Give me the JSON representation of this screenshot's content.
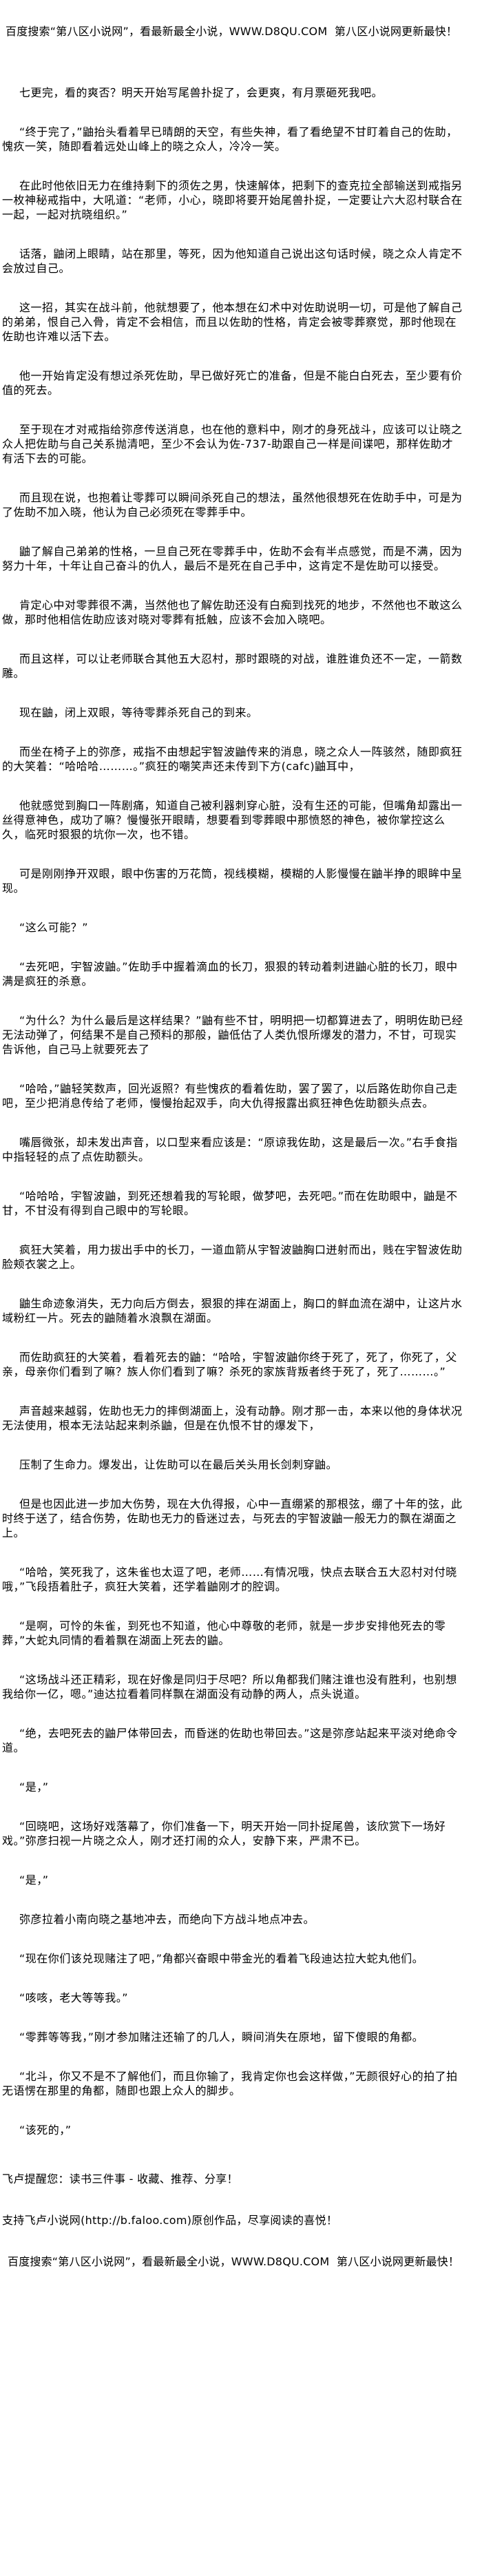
{
  "header": {
    "banner": "百度搜索“第八区小说网”，看最新最全小说，WWW.D8QU.COM  第八区小说网更新最快！"
  },
  "paragraphs": [
    "七更完，看的爽否？明天开始写尾兽扑捉了，会更爽，有月票砸死我吧。",
    "“终于完了，”鼬抬头看着早已晴朗的天空，有些失神，看了看绝望不甘盯着自己的佐助，愧疚一笑，随即看着远处山峰上的晓之众人，冷冷一笑。",
    "在此时他依旧无力在维持剩下的须佐之男，快速解体，把剩下的查克拉全部输送到戒指另一枚神秘戒指中，大吼道：“老师，小心，晓即将要开始尾兽扑捉，一定要让六大忍村联合在一起，一起对抗晓组织。”",
    "话落，鼬闭上眼睛，站在那里，等死，因为他知道自己说出这句话时候，晓之众人肯定不会放过自己。",
    "这一招，其实在战斗前，他就想要了，他本想在幻术中对佐助说明一切，可是他了解自己的弟弟，恨自己入骨，肯定不会相信，而且以佐助的性格，肯定会被零葬察觉，那时他现在佐助也许难以活下去。",
    "他一开始肯定没有想过杀死佐助，早已做好死亡的准备，但是不能白白死去，至少要有价值的死去。",
    "至于现在才对戒指给弥彦传送消息，也在他的意料中，刚才的身死战斗，应该可以让晓之众人把佐助与自己关系抛清吧，至少不会认为佐-737-助跟自己一样是间谍吧，那样佐助才有活下去的可能。",
    "而且现在说，也抱着让零葬可以瞬间杀死自己的想法，虽然他很想死在佐助手中，可是为了佐助不加入晓，他认为自己必须死在零葬手中。",
    "鼬了解自己弟弟的性格，一旦自己死在零葬手中，佐助不会有半点感觉，而是不满，因为努力十年，十年让自己奋斗的仇人，最后不是死在自己手中，这肯定不是佐助可以接受。",
    "肯定心中对零葬很不满，当然他也了解佐助还没有白痴到找死的地步，不然他也不敢这么做，那时他相信佐助应该对晓对零葬有抵触，应该不会加入晓吧。",
    "而且这样，可以让老师联合其他五大忍村，那时跟晓的对战，谁胜谁负还不一定，一箭数雕。",
    "现在鼬，闭上双眼，等待零葬杀死自己的到来。",
    "而坐在椅子上的弥彦，戒指不由想起宇智波鼬传来的消息，晓之众人一阵骇然，随即疯狂的大笑着：“哈哈哈………。”疯狂的嘲笑声还未传到下方(cafc)鼬耳中，",
    "他就感觉到胸口一阵剧痛，知道自己被利器刺穿心脏，没有生还的可能，但嘴角却露出一丝得意神色，成功了嘛？慢慢张开眼睛，想要看到零葬眼中那愤怒的神色，被你掌控这么久，临死时狠狠的坑你一次，也不错。",
    "可是刚刚挣开双眼，眼中伤害的万花筒，视线模糊，模糊的人影慢慢在鼬半挣的眼眸中呈现。",
    "“这么可能？”",
    "“去死吧，宇智波鼬。”佐助手中握着滴血的长刀，狠狠的转动着刺进鼬心脏的长刀，眼中满是疯狂的杀意。",
    "“为什么？为什么最后是这样结果？”鼬有些不甘，明明把一切都算进去了，明明佐助已经无法动弹了，何结果不是自己预料的那般，鼬低估了人类仇恨所爆发的潜力，不甘，可现实告诉他，自己马上就要死去了",
    "“哈哈，”鼬轻笑数声，回光返照？有些愧疚的看着佐助，罢了罢了，以后路佐助你自己走吧，至少把消息传给了老师，慢慢抬起双手，向大仇得报露出疯狂神色佐助额头点去。",
    "嘴唇微张，却未发出声音，以口型来看应该是：“原谅我佐助，这是最后一次。”右手食指中指轻轻的点了点佐助额头。",
    "“哈哈哈，宇智波鼬，到死还想着我的写轮眼，做梦吧，去死吧。”而在佐助眼中，鼬是不甘，不甘没有得到自己眼中的写轮眼。",
    "疯狂大笑着，用力拔出手中的长刀，一道血箭从宇智波鼬胸口迸射而出，贱在宇智波佐助脸颊衣裳之上。",
    "鼬生命迹象消失，无力向后方倒去，狠狠的摔在湖面上，胸口的鲜血流在湖中，让这片水域粉红一片。死去的鼬随着水浪飘在湖面。",
    "而佐助疯狂的大笑着，看着死去的鼬：“哈哈，宇智波鼬你终于死了，死了，你死了，父亲，母亲你们看到了嘛？族人你们看到了嘛？杀死的家族背叛者终于死了，死了………。”",
    "声音越来越弱，佐助也无力的摔倒湖面上，没有动静。刚才那一击，本来以他的身体状况无法使用，根本无法站起来刺杀鼬，但是在仇恨不甘的爆发下，",
    "压制了生命力。爆发出，让佐助可以在最后关头用长剑刺穿鼬。",
    "但是也因此进一步加大伤势，现在大仇得报，心中一直绷紧的那根弦，绷了十年的弦，此时终于送了，结合伤势，佐助也无力的昏迷过去，与死去的宇智波鼬一般无力的飘在湖面之上。",
    "“哈哈，笑死我了，这朱雀也太逗了吧，老师……有情况哦，快点去联合五大忍村对付晓哦，”飞段捂着肚子，疯狂大笑着，还学着鼬刚才的腔调。",
    "“是啊，可怜的朱雀，到死也不知道，他心中尊敬的老师，就是一步步安排他死去的零葬，”大蛇丸同情的看着飘在湖面上死去的鼬。",
    "“这场战斗还正精彩，现在好像是同归于尽吧？所以角都我们赌注谁也没有胜利，也别想我给你一亿，嗯。”迪达拉看着同样飘在湖面没有动静的两人，点头说道。",
    "“绝，去吧死去的鼬尸体带回去，而昏迷的佐助也带回去。”这是弥彦站起来平淡对绝命令道。",
    "“是，”",
    "“回晓吧，这场好戏落幕了，你们准备一下，明天开始一同扑捉尾兽，该欣赏下一场好戏。”弥彦扫视一片晓之众人，刚才还打闹的众人，安静下来，严肃不已。",
    "“是，”",
    "弥彦拉着小南向晓之基地冲去，而绝向下方战斗地点冲去。",
    "“现在你们该兑现赌注了吧，”角都兴奋眼中带金光的看着飞段迪达拉大蛇丸他们。",
    "“咳咳，老大等等我。”",
    "“零葬等等我，”刚才参加赌注还输了的几人，瞬间消失在原地，留下傻眼的角都。",
    "“北斗，你又不是不了解他们，而且你输了，我肯定你也会这样做，”无颜很好心的拍了拍无语愣在那里的角都，随即也跟上众人的脚步。",
    "“该死的，”"
  ],
  "footer": {
    "reminder": "飞卢提醒您：读书三件事 - 收藏、推荐、分享！",
    "support": "支持飞卢小说网(http://b.faloo.com)原创作品，尽享阅读的喜悦！",
    "banner": "百度搜索“第八区小说网”，看最新最全小说，WWW.D8QU.COM  第八区小说网更新最快！"
  }
}
